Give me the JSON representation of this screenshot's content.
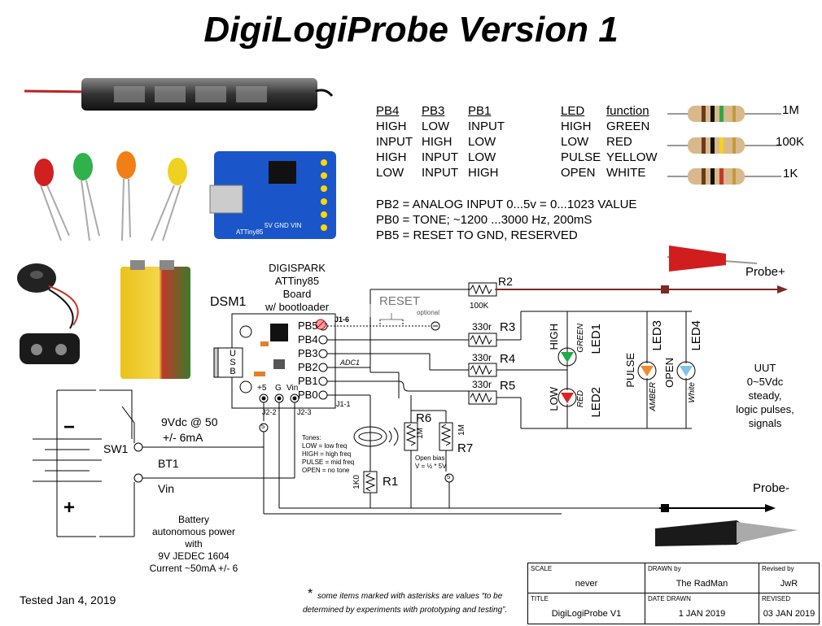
{
  "title": "DigiLogiProbe Version 1",
  "truth_table": {
    "headers": [
      "PB4",
      "PB3",
      "PB1",
      "LED",
      "function"
    ],
    "rows": [
      [
        "HIGH",
        "LOW",
        "INPUT",
        "HIGH",
        "GREEN"
      ],
      [
        "INPUT",
        "HIGH",
        "LOW",
        "LOW",
        "RED"
      ],
      [
        "HIGH",
        "INPUT",
        "LOW",
        "PULSE",
        "YELLOW"
      ],
      [
        "LOW",
        "INPUT",
        "HIGH",
        "OPEN",
        "WHITE"
      ]
    ]
  },
  "resistor_values": [
    "1M",
    "100K",
    "1K"
  ],
  "pin_notes": [
    "PB2 = ANALOG INPUT   0...5v = 0...1023 VALUE",
    "PB0 = TONE; ~1200 ...3000 Hz, 200mS",
    "PB5 = RESET TO GND, RESERVED"
  ],
  "board": {
    "label_lines": [
      "DIGISPARK",
      "ATTiny85",
      "Board",
      "w/ bootloader"
    ],
    "ref": "DSM1",
    "pins": [
      "PB5",
      "PB4",
      "PB3",
      "PB2",
      "PB1",
      "PB0"
    ],
    "usb": "USB",
    "power_pins": [
      "+5",
      "G",
      "Vin"
    ],
    "j16": "J1-6",
    "j11": "J1-1",
    "j22": "J2-2",
    "j23": "J2-3",
    "adc": "ADC1"
  },
  "reset": {
    "label": "RESET",
    "note": "optional"
  },
  "resistors": {
    "r2": {
      "ref": "R2",
      "value": "100K"
    },
    "r3": {
      "ref": "R3",
      "value": "330r"
    },
    "r4": {
      "ref": "R4",
      "value": "330r"
    },
    "r5": {
      "ref": "R5",
      "value": "330r"
    },
    "r6": {
      "ref": "R6",
      "value": "1M"
    },
    "r7": {
      "ref": "R7",
      "value": "1M"
    },
    "r1": {
      "ref": "R1",
      "value": "1K0"
    }
  },
  "leds": {
    "led1": {
      "ref": "LED1",
      "state": "HIGH",
      "color": "GREEN"
    },
    "led2": {
      "ref": "LED2",
      "state": "LOW",
      "color": "RED"
    },
    "led3": {
      "ref": "LED3",
      "state": "PULSE",
      "color": "AMBER"
    },
    "led4": {
      "ref": "LED4",
      "state": "OPEN",
      "color": "White"
    }
  },
  "probe_plus": "Probe+",
  "probe_minus": "Probe-",
  "uut": [
    "UUT",
    "0~5Vdc",
    "steady,",
    "logic pulses,",
    "signals"
  ],
  "supply": {
    "voltage_line1": "9Vdc @ 50",
    "voltage_line2": "+/- 6mA",
    "sw": "SW1",
    "bt": "BT1",
    "vin": "Vin",
    "battery_note": [
      "Battery",
      "autonomous power",
      "with",
      "9V JEDEC 1604",
      "Current ~50mA +/- 6"
    ]
  },
  "tones": [
    "Tones:",
    "LOW = low freq",
    "HIGH = high freq",
    "PULSE = mid freq",
    "OPEN = no tone"
  ],
  "open_bias": [
    "Open bias",
    "V = ½ * 5V"
  ],
  "node5": "5",
  "tested": "Tested Jan 4, 2019",
  "footnote_star": "*",
  "footnote_line1": "some items marked with asterisks are values “to be",
  "footnote_line2": "determined by experiments with prototyping and testing”.",
  "title_block": {
    "scale_cap": "SCALE",
    "scale": "never",
    "drawn_cap": "DRAWN by",
    "drawn": "The RadMan",
    "revby_cap": "Revised by",
    "revby": "JwR",
    "title_cap": "TITLE",
    "title": "DigiLogiProbe V1",
    "date_cap": "DATE DRAWN",
    "date": "1 JAN 2019",
    "revised_cap": "REVISED",
    "revised": "03 JAN 2019"
  },
  "colors": {
    "probe_plus_wire": "#7a2a22",
    "board": "#1a56c9",
    "led_green": "#22aa44",
    "led_red": "#dd2222",
    "led_amber": "#f08a2a",
    "led_white": "#7fc4e8"
  }
}
